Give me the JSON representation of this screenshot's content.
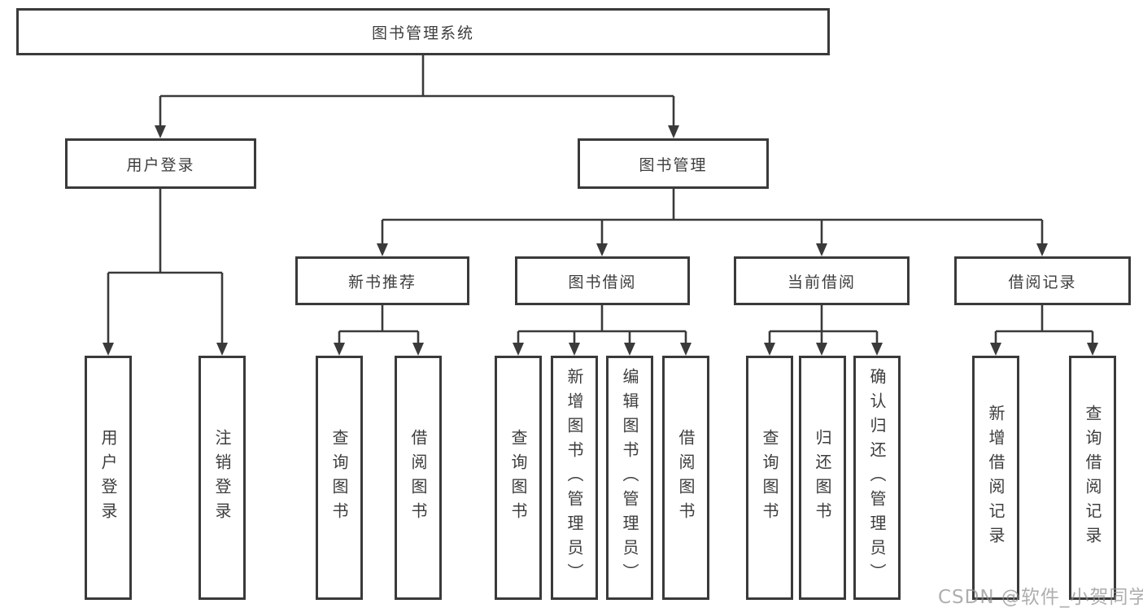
{
  "diagram": {
    "root": {
      "label": "图书管理系统"
    },
    "level2": [
      {
        "label": "用户登录"
      },
      {
        "label": "图书管理"
      }
    ],
    "level3": [
      {
        "label": "新书推荐"
      },
      {
        "label": "图书借阅"
      },
      {
        "label": "当前借阅"
      },
      {
        "label": "借阅记录"
      }
    ],
    "leaves": {
      "user_login": [
        {
          "label": "用户登录"
        },
        {
          "label": "注销登录"
        }
      ],
      "new_book": [
        {
          "label": "查询图书"
        },
        {
          "label": "借阅图书"
        }
      ],
      "book_borrow": [
        {
          "label": "查询图书"
        },
        {
          "label": "新增图书（管理员）"
        },
        {
          "label": "编辑图书（管理员）"
        },
        {
          "label": "借阅图书"
        }
      ],
      "current_borrow": [
        {
          "label": "查询图书"
        },
        {
          "label": "归还图书"
        },
        {
          "label": "确认归还（管理员）"
        }
      ],
      "borrow_record": [
        {
          "label": "新增借阅记录"
        },
        {
          "label": "查询借阅记录"
        }
      ]
    },
    "colors": {
      "line": "#3a3a3a",
      "box_background": "#ffffff",
      "text": "#3d3d3d",
      "watermark": "#8f8f8f"
    }
  },
  "watermark": {
    "text": "CSDN @软件_小贺同学"
  }
}
